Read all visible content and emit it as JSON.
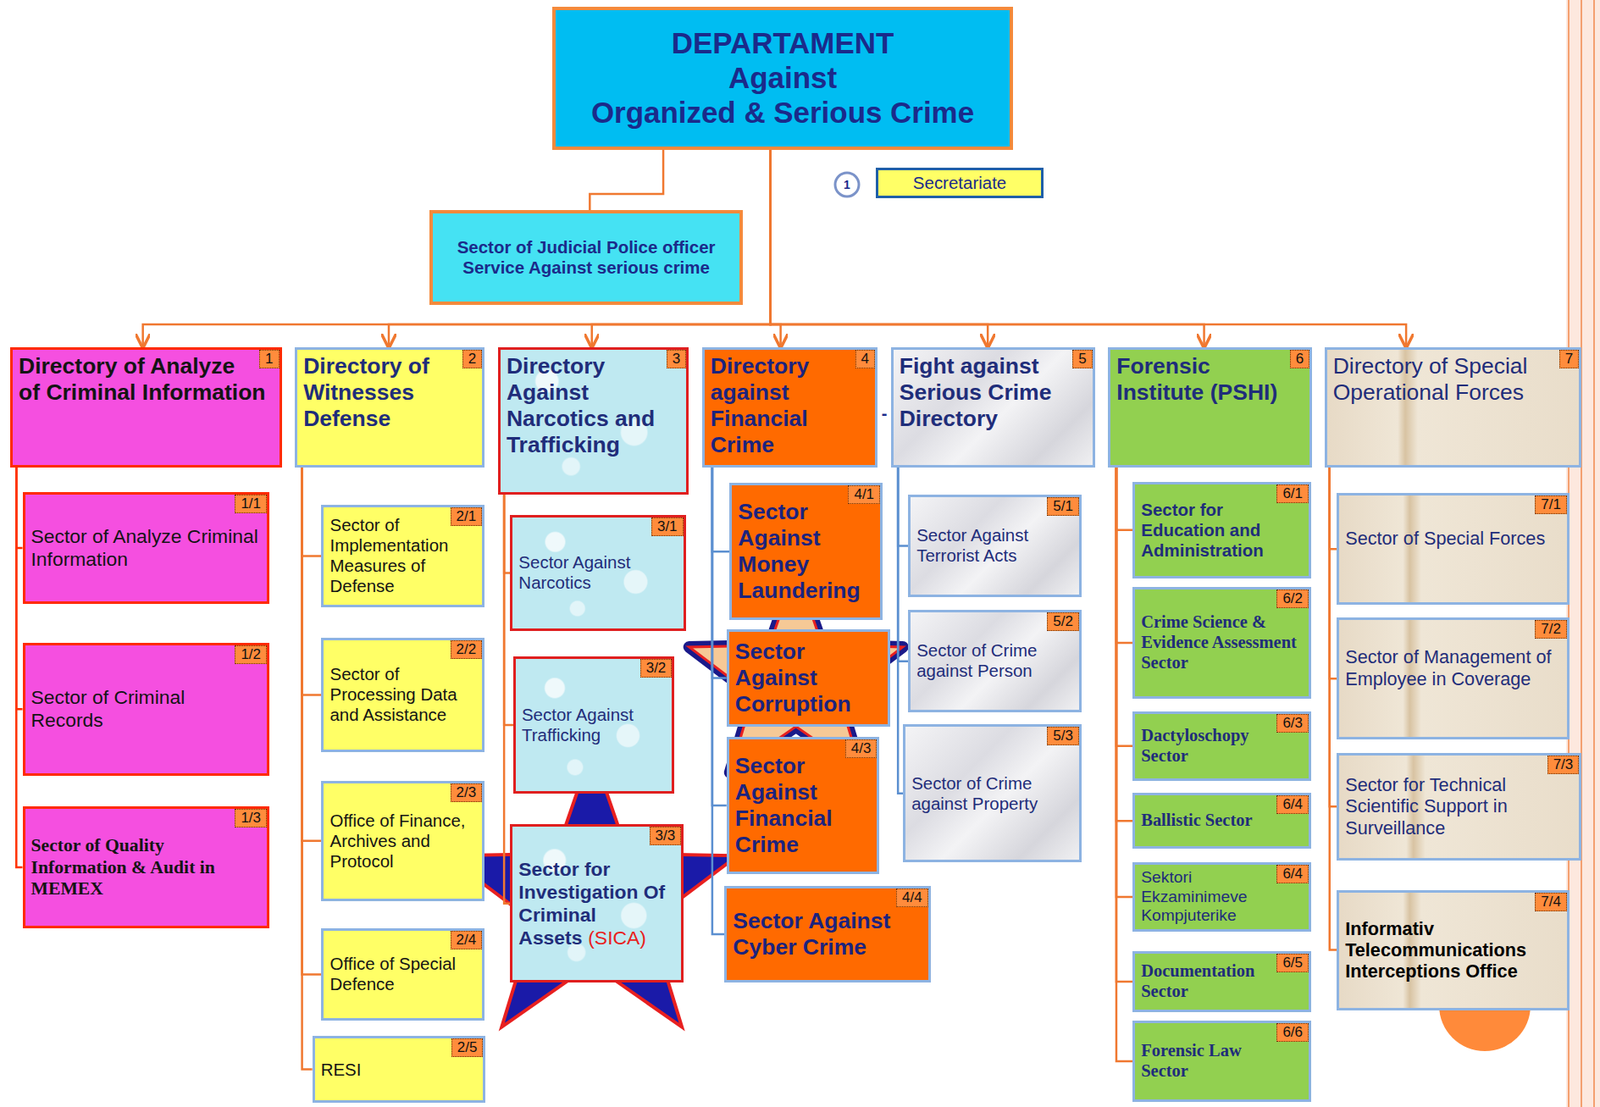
{
  "diagram": {
    "nodes": [
      {
        "text": [
          "DEPARTAMENT Against Organized & Serious Crime"
        ]
      },
      {
        "text": [
          "Secretariate"
        ]
      },
      {
        "text": [
          "Sector of Judicial Police officer Service Against serious crime"
        ]
      },
      {
        "text": [
          "Directory of Analyze of Criminal Information",
          "1"
        ]
      },
      {
        "text": [
          "Sector of Analyze Criminal Information",
          "1/1"
        ]
      },
      {
        "text": [
          "Sector of Criminal Records",
          "1/2"
        ]
      },
      {
        "text": [
          "Sector of Quality Information & Audit in MEMEX",
          "1/3"
        ]
      },
      {
        "text": [
          "Directory of Witnesses Defense",
          "2"
        ]
      },
      {
        "text": [
          "Sector of Implementation Measures of Defense",
          "2/1"
        ]
      },
      {
        "text": [
          "Sector of Processing Data and Assistance",
          "2/2"
        ]
      },
      {
        "text": [
          "Office of Finance, Archives and Protocol",
          "2/3"
        ]
      },
      {
        "text": [
          "Office of Special Defence",
          "2/4"
        ]
      },
      {
        "text": [
          "RESI",
          "2/5"
        ]
      },
      {
        "text": [
          "Directory Against Narcotics and Trafficking",
          "3"
        ]
      },
      {
        "text": [
          "Sector Against Narcotics",
          "3/1"
        ]
      },
      {
        "text": [
          "Sector Against Trafficking",
          "3/2"
        ]
      },
      {
        "text": [
          "Sector for Investigation Of Criminal Assets",
          "(SICA)",
          "3/3"
        ]
      },
      {
        "text": [
          "Directory against Financial Crime",
          "4"
        ]
      },
      {
        "text": [
          "Sector Against Money Laundering",
          "4/1"
        ]
      },
      {
        "text": [
          "Sector Against Corruption"
        ]
      },
      {
        "text": [
          "Sector Against Financial Crime",
          "4/3"
        ]
      },
      {
        "text": [
          "Sector Against Cyber Crime",
          "4/4"
        ]
      },
      {
        "text": [
          "Fight against Serious Crime Directory",
          "5"
        ]
      },
      {
        "text": [
          "Sector Against Terrorist Acts",
          "5/1"
        ]
      },
      {
        "text": [
          "Sector of Crime against Person",
          "5/2"
        ]
      },
      {
        "text": [
          "Sector of Crime against Property",
          "5/3"
        ]
      },
      {
        "text": [
          "Forensic Institute (PSHI)",
          "6"
        ]
      },
      {
        "text": [
          "Sector for Education and Administration",
          "6/1"
        ]
      },
      {
        "text": [
          "Crime Science & Evidence Assessment Sector",
          "6/2"
        ]
      },
      {
        "text": [
          "Dactyloschopy Sector",
          "6/3"
        ]
      },
      {
        "text": [
          "Ballistic Sector",
          "6/4"
        ]
      },
      {
        "text": [
          "Sektori Ekzaminimeve Kompjuterike",
          "6/4"
        ]
      },
      {
        "text": [
          "Documentation Sector",
          "6/5"
        ]
      },
      {
        "text": [
          "Forensic Law Sector",
          "6/6"
        ]
      },
      {
        "text": [
          "Directory of Special Operational Forces",
          "7"
        ]
      },
      {
        "text": [
          "Sector of Special Forces",
          "7/1"
        ]
      },
      {
        "text": [
          "Sector of Management of Employee in Coverage",
          "7/2"
        ]
      },
      {
        "text": [
          "Sector for Technical Scientific Support in Surveillance",
          "7/3"
        ]
      },
      {
        "text": [
          "Informativ Telecommunications Interceptions Office",
          "7/4"
        ]
      }
    ],
    "edges": [
      {
        "from": 0,
        "to": 2,
        "arrow": "none"
      },
      {
        "from": 0,
        "to": 3,
        "arrow": "to"
      },
      {
        "from": 0,
        "to": 7,
        "arrow": "to"
      },
      {
        "from": 0,
        "to": 13,
        "arrow": "to"
      },
      {
        "from": 0,
        "to": 17,
        "arrow": "to"
      },
      {
        "from": 0,
        "to": 22,
        "arrow": "to"
      },
      {
        "from": 0,
        "to": 26,
        "arrow": "to"
      },
      {
        "from": 0,
        "to": 34,
        "arrow": "to"
      },
      {
        "from": 3,
        "to": 4,
        "arrow": "none"
      },
      {
        "from": 3,
        "to": 5,
        "arrow": "none"
      },
      {
        "from": 3,
        "to": 6,
        "arrow": "none"
      },
      {
        "from": 7,
        "to": 8,
        "arrow": "none"
      },
      {
        "from": 7,
        "to": 9,
        "arrow": "none"
      },
      {
        "from": 7,
        "to": 10,
        "arrow": "none"
      },
      {
        "from": 7,
        "to": 11,
        "arrow": "none"
      },
      {
        "from": 7,
        "to": 12,
        "arrow": "none"
      },
      {
        "from": 13,
        "to": 14,
        "arrow": "none"
      },
      {
        "from": 13,
        "to": 15,
        "arrow": "none"
      },
      {
        "from": 13,
        "to": 16,
        "arrow": "none"
      },
      {
        "from": 17,
        "to": 18,
        "arrow": "none"
      },
      {
        "from": 17,
        "to": 19,
        "arrow": "none"
      },
      {
        "from": 17,
        "to": 20,
        "arrow": "none"
      },
      {
        "from": 17,
        "to": 21,
        "arrow": "none"
      },
      {
        "from": 22,
        "to": 23,
        "arrow": "none"
      },
      {
        "from": 22,
        "to": 24,
        "arrow": "none"
      },
      {
        "from": 22,
        "to": 25,
        "arrow": "none"
      },
      {
        "from": 26,
        "to": 27,
        "arrow": "none"
      },
      {
        "from": 26,
        "to": 28,
        "arrow": "none"
      },
      {
        "from": 26,
        "to": 29,
        "arrow": "none"
      },
      {
        "from": 26,
        "to": 30,
        "arrow": "none"
      },
      {
        "from": 26,
        "to": 31,
        "arrow": "none"
      },
      {
        "from": 26,
        "to": 32,
        "arrow": "none"
      },
      {
        "from": 26,
        "to": 33,
        "arrow": "none"
      },
      {
        "from": 34,
        "to": 35,
        "arrow": "none"
      },
      {
        "from": 34,
        "to": 36,
        "arrow": "none"
      },
      {
        "from": 34,
        "to": 37,
        "arrow": "none"
      },
      {
        "from": 34,
        "to": 38,
        "arrow": "none"
      }
    ],
    "labels": [
      "1",
      "-"
    ]
  }
}
